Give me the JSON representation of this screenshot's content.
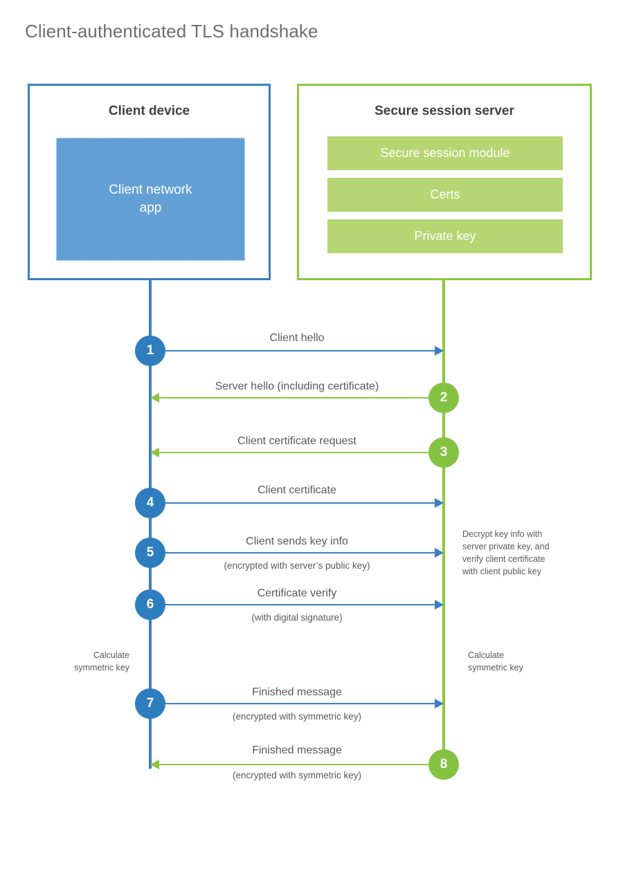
{
  "diagram": {
    "title": "Client-authenticated TLS handshake",
    "colors": {
      "client_blue": "#3a7fc1",
      "client_circle_blue": "#2e7dbf",
      "client_app_fill": "#629fd4",
      "server_green": "#8cc63f",
      "server_circle_green": "#84c341",
      "server_panel_fill": "#b5d672",
      "title_gray": "#6d6e71",
      "text_gray": "#58595b",
      "heading_dark": "#414042"
    }
  },
  "client": {
    "title": "Client device",
    "app_label": "Client network\napp"
  },
  "server": {
    "title": "Secure session server",
    "services": [
      {
        "label": "Secure session module"
      },
      {
        "label": "Certs"
      },
      {
        "label": "Private key"
      }
    ]
  },
  "steps": [
    {
      "number": "1",
      "side": "client",
      "direction": "right",
      "label": "Client hello",
      "sublabel": ""
    },
    {
      "number": "2",
      "side": "server",
      "direction": "left",
      "label": "Server hello (including certificate)",
      "sublabel": ""
    },
    {
      "number": "3",
      "side": "server",
      "direction": "left",
      "label": "Client certificate request",
      "sublabel": ""
    },
    {
      "number": "4",
      "side": "client",
      "direction": "right",
      "label": "Client certificate",
      "sublabel": ""
    },
    {
      "number": "5",
      "side": "client",
      "direction": "right",
      "label": "Client sends key info",
      "sublabel": "(encrypted with server’s public key)"
    },
    {
      "number": "6",
      "side": "client",
      "direction": "right",
      "label": "Certificate verify",
      "sublabel": "(with digital signature)"
    },
    {
      "number": "7",
      "side": "client",
      "direction": "right",
      "label": "Finished message",
      "sublabel": "(encrypted with symmetric key)"
    },
    {
      "number": "8",
      "side": "server",
      "direction": "left",
      "label": "Finished message",
      "sublabel": "(encrypted with symmetric key)"
    }
  ],
  "annotations": {
    "server_decrypt": "Decrypt key info with\nserver private key, and\nverify client certificate\nwith client public key",
    "client_calculate": "Calculate\nsymmetric key",
    "server_calculate": "Calculate\nsymmetric key"
  }
}
